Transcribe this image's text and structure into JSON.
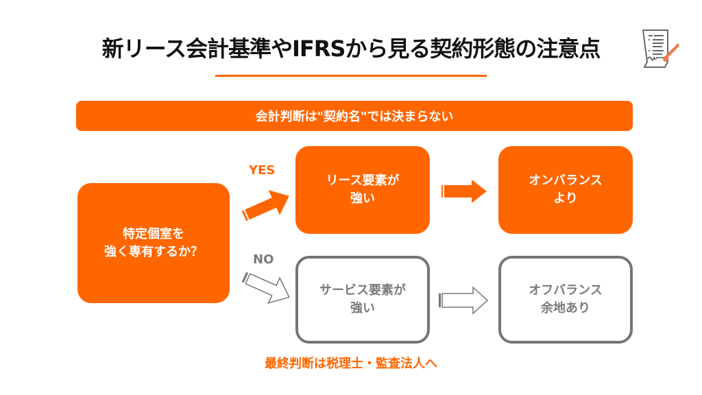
{
  "title": "新リース会計基準やIFRSから見る契約形態の注意点",
  "title_icon": "contract-signing-icon",
  "banner": "会計判断は\"契約名\"では決まらない",
  "colors": {
    "accent": "#ff6600",
    "gray": "#757575",
    "text_dark": "#111111",
    "text_gray": "#7a7a7a"
  },
  "flow": {
    "question": "特定個室を\n強く専有するか？",
    "yes_branch": {
      "label": "YES",
      "result": "リース要素が\n強い",
      "conclusion": "オンバランス\nより"
    },
    "no_branch": {
      "label": "NO",
      "result": "サービス要素が\n強い",
      "conclusion": "オフバランス\n余地あり"
    }
  },
  "footer": "最終判断は税理士・監査法人へ"
}
